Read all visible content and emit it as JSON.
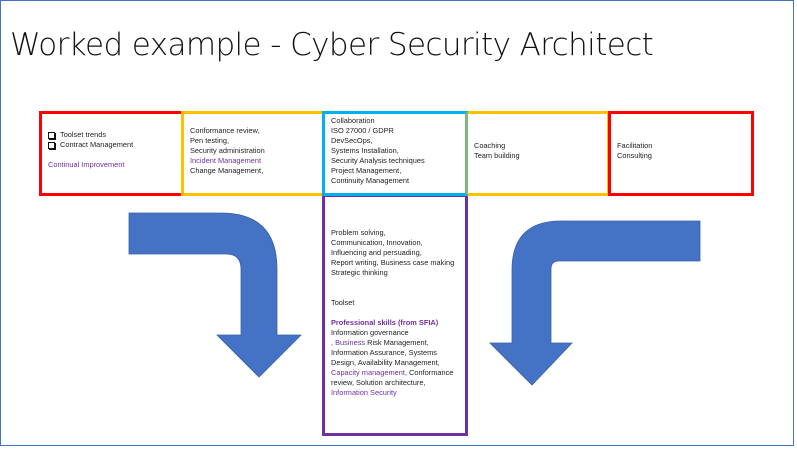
{
  "slide": {
    "title": "Worked example - Cyber Security Architect"
  },
  "colors": {
    "red": "#ff0000",
    "yellow": "#ffc000",
    "cyan": "#00b0f0",
    "purple": "#7030a0",
    "arrow_fill": "#4472c4",
    "accent_text": "#7030a0",
    "slide_border": "#4472c4"
  },
  "boxes": {
    "box1": {
      "checklist": [
        "Toolset trends",
        "Contract Management"
      ],
      "accent_line": "Continual Improvement"
    },
    "box2": {
      "line1": "Conformance review,",
      "line2": "Pen testing,",
      "line3": "Security administration",
      "accent_line": "Incident Management",
      "line5": "Change Management,"
    },
    "box3": {
      "lines": [
        "Collaboration",
        "ISO 27000 / GDPR",
        "DevSecOps,",
        "Systems Installation,",
        "Security Analysis techniques",
        "Project Management,",
        "Continuity Management"
      ]
    },
    "box4": {
      "lines": [
        "Coaching",
        "Team building"
      ]
    },
    "box5": {
      "lines": [
        "Facilitation",
        "Consulting"
      ]
    },
    "box6": {
      "soft_skills": [
        "Problem solving,",
        "Communication, Innovation,",
        "Influencing and persuading,",
        "Report writing, Business case making",
        "Strategic thinking"
      ],
      "toolset_label": "Toolset",
      "professional_heading": "Professional skills (from SFIA)",
      "prof_line1": "Information governance",
      "prof_line2_accent": ", Business",
      "prof_line2_rest": " Risk Management,",
      "prof_line3": "Information Assurance, Systems",
      "prof_line4": "Design, Availability Management,",
      "prof_line5_accent": "Capacity management,",
      "prof_line5_rest": " Conformance",
      "prof_line6": "review, Solution architecture,",
      "prof_line7_accent": "Information Security"
    }
  },
  "arrows": [
    {
      "name": "left-bent-arrow",
      "direction": "right-then-down"
    },
    {
      "name": "right-bent-arrow",
      "direction": "left-then-down"
    }
  ]
}
